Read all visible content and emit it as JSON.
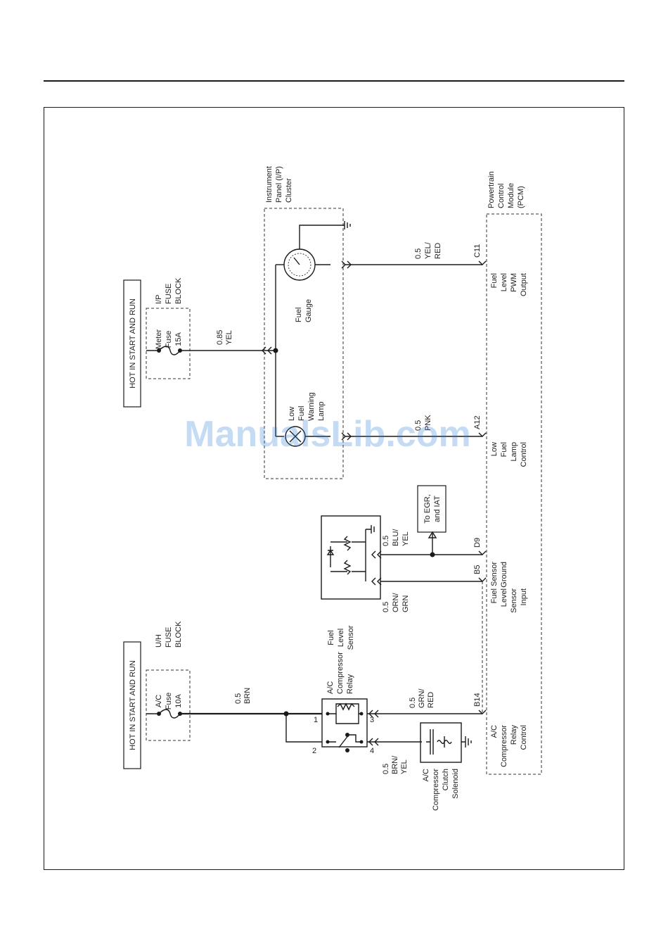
{
  "watermark": "ManualsLib.com",
  "hot_labels": {
    "left": "HOT IN START AND RUN",
    "right": "HOT IN START AND RUN"
  },
  "uh_block": [
    "U/H",
    "FUSE",
    "BLOCK"
  ],
  "ip_block": [
    "I/P",
    "FUSE",
    "BLOCK"
  ],
  "ac_fuse": [
    "A/C",
    "Fuse",
    "10A"
  ],
  "meter_fuse": [
    "Meter",
    "Fuse",
    "15A"
  ],
  "wires": {
    "brn": [
      "0.5",
      "BRN"
    ],
    "yel": [
      "0.85",
      "YEL"
    ],
    "grn_red": [
      "0.5",
      "GRN/",
      "RED"
    ],
    "brn_yel": [
      "0.5",
      "BRN/",
      "YEL"
    ],
    "orn_grn": [
      "0.5",
      "ORN/",
      "GRN"
    ],
    "blu_yel": [
      "0.5",
      "BLU/",
      "YEL"
    ],
    "pnk": [
      "0.5",
      "PNK"
    ],
    "yel_red": [
      "0.5",
      "YEL/",
      "RED"
    ]
  },
  "relay": {
    "label": [
      "A/C",
      "Compressor",
      "Relay"
    ],
    "pins": [
      "1",
      "2",
      "3",
      "4"
    ]
  },
  "clutch": [
    "A/C",
    "Compressor",
    "Clutch",
    "Solenoid"
  ],
  "fuel_sensor": [
    "Fuel",
    "Level",
    "Sensor"
  ],
  "egr": [
    "To EGR,",
    "and IAT"
  ],
  "lamp": [
    "Low",
    "Fuel",
    "Warning",
    "Lamp"
  ],
  "gauge": [
    "Fuel",
    "Gauge"
  ],
  "cluster": [
    "Instrument",
    "Panel (I/P)",
    "Cluster"
  ],
  "pcm": {
    "title": [
      "Powertrain",
      "Control",
      "Module",
      "(PCM)"
    ],
    "pins": {
      "b14": "B14",
      "b5": "B5",
      "d9": "D9",
      "a12": "A12",
      "c11": "C11"
    },
    "pin_labels": {
      "b14": [
        "A/C",
        "Compressor",
        "Relay",
        "Control"
      ],
      "b5": [
        "Fuel",
        "Level",
        "Sensor",
        "Input"
      ],
      "d9": [
        "Sensor",
        "Ground"
      ],
      "a12": [
        "Low",
        "Fuel",
        "Lamp",
        "Control"
      ],
      "c11": [
        "Fuel",
        "Level",
        "PWM",
        "Output"
      ]
    }
  }
}
